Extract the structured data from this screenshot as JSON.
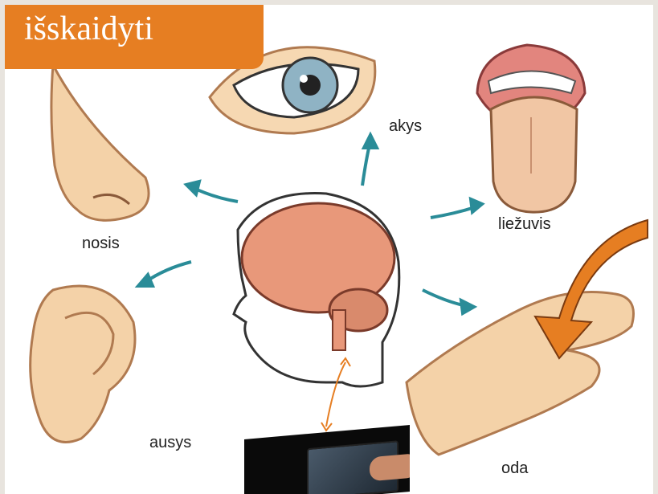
{
  "title": {
    "text": "išskaidyti"
  },
  "labels": {
    "eyes": "akys",
    "nose": "nosis",
    "tongue": "liežuvis",
    "skin": "oda",
    "ears": "ausys"
  },
  "colors": {
    "accent": "#e67e22",
    "arrow": "#2a8c98",
    "skin": "#f4d2a8",
    "brain": "#e8987a"
  },
  "icons": [
    "eye-icon",
    "nose-icon",
    "tongue-icon",
    "ear-icon",
    "hand-icon",
    "brain-icon",
    "tablet-icon",
    "down-arrow-icon"
  ]
}
